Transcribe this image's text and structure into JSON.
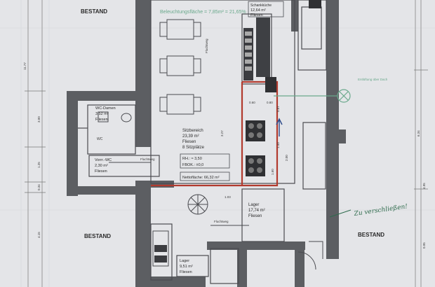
{
  "labels": {
    "bestand_tl": "BESTAND",
    "bestand_bl": "BESTAND",
    "bestand_br": "BESTAND",
    "belichtung": "Beleuchtungsfläche = 7,85m² = 21,65%",
    "wc_damen_title": "WC-Damen",
    "wc_damen_area": "3,52 m²",
    "wc_damen_floor": "Fliesen",
    "vorr_wc_title": "Vorrr.-WC",
    "vorr_wc_area": "2,30 m²",
    "vorr_wc_floor": "Fliesen",
    "sitz_title": "Sitzbereich",
    "sitz_area": "23,39 m²",
    "sitz_floor": "Fliesen",
    "sitz_seats": "8 Sitzplätze",
    "rh": "RH.: ≈ 3,50",
    "fbok": "FBOK.: ±0,0",
    "netto": "Nettofläche: 66,32 m²",
    "lager1_title": "Lager",
    "lager1_area": "17,74 m²",
    "lager1_floor": "Fliesen",
    "lager2_title": "Lager",
    "lager2_area": "9,51 m²",
    "lager2_floor": "Fliesen",
    "kitchen_title": "Schankküche",
    "kitchen_area": "12,64 m²",
    "kitchen_floor": "Fliesen",
    "entlueftung": "Entlüftung über Dach",
    "fluchtweg1": "Fluchtweg",
    "fluchtweg2": "Fluchtweg",
    "flurweg": "Fluchtweg",
    "handwritten": "Zu verschließen!",
    "wc_code": "WC",
    "dim_left_1": "11.77",
    "dim_left_2": "3.00",
    "dim_left_3": "1.25",
    "dim_left_4": "0.34",
    "dim_left_5": "4.15",
    "dim_right_1": "6.34",
    "dim_right_2": "4.95",
    "dim_right_3": "0.95",
    "dim_mid_1": "3.27",
    "dim_mid_2": "1.03",
    "dim_mid_3": "0.60",
    "dim_mid_4": "0.80",
    "dim_mid_5": "1.60",
    "dim_mid_6": "2.00",
    "dim_mid_7": "0.87",
    "dim_mid_8": "1.40"
  },
  "colors": {
    "wall": "#5c5e62",
    "redline": "#b23a2e",
    "green": "#6aa98c",
    "handwriting": "#2e6b4c",
    "line": "#4a4b50",
    "paper": "#e4e5e8"
  }
}
